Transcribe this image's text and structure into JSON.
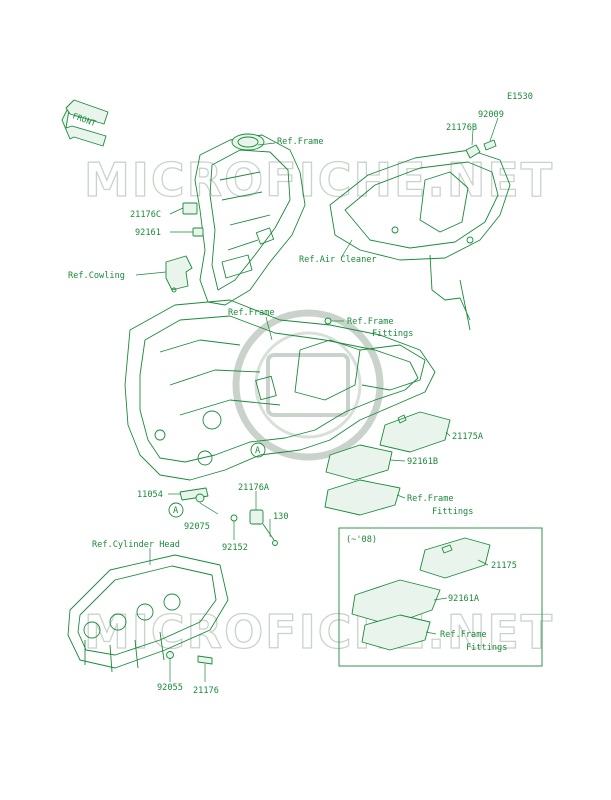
{
  "diagram_code": "E1530",
  "front_arrow_label": "FRONT",
  "watermarks": [
    "MICROFICHE.NET",
    "MICROFICHE.NET"
  ],
  "version_box_label": "(~'08)",
  "circle_markers": [
    "A",
    "A"
  ],
  "labels": {
    "ref_frame_top": "Ref.Frame",
    "p21176B": "21176B",
    "p92009": "92009",
    "p21176C": "21176C",
    "p92161": "92161",
    "ref_cowling": "Ref.Cowling",
    "ref_air_cleaner": "Ref.Air Cleaner",
    "ref_frame_mid": "Ref.Frame",
    "ref_frame_fittings_1a": "Ref.Frame",
    "ref_frame_fittings_1b": "Fittings",
    "p21175A": "21175A",
    "p92161B": "92161B",
    "ref_frame_fittings_2a": "Ref.Frame",
    "ref_frame_fittings_2b": "Fittings",
    "p11054": "11054",
    "p21176A": "21176A",
    "p92075": "92075",
    "p130": "130",
    "p92152": "92152",
    "ref_cylinder_head": "Ref.Cylinder Head",
    "p21175": "21175",
    "p92161A": "92161A",
    "ref_frame_fittings_3a": "Ref.Frame",
    "ref_frame_fittings_3b": "Fittings",
    "p92055": "92055",
    "p21176": "21176"
  },
  "colors": {
    "line": "#1a8a3a",
    "watermark": "#c9d3cb",
    "background": "#ffffff"
  }
}
